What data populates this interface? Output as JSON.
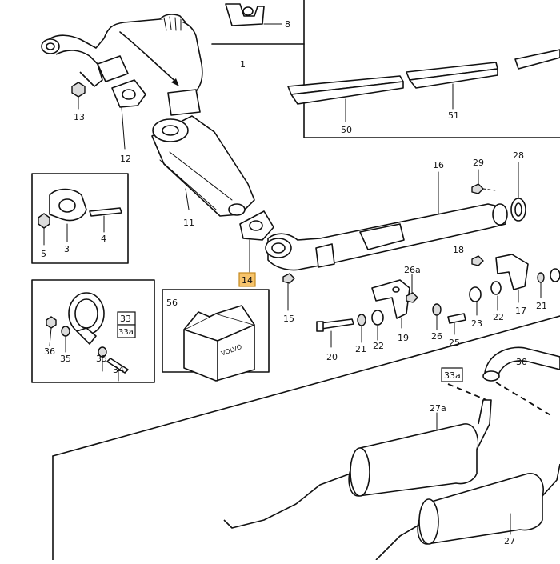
{
  "callouts": {
    "c1": "1",
    "c3": "3",
    "c4": "4",
    "c5": "5",
    "c8": "8",
    "c11": "11",
    "c12": "12",
    "c13": "13",
    "c14": "14",
    "c15": "15",
    "c16": "16",
    "c17": "17",
    "c18": "18",
    "c19": "19",
    "c20": "20",
    "c21a": "21",
    "c21b": "21",
    "c22a": "22",
    "c22b": "22",
    "c23": "23",
    "c25": "25",
    "c26": "26",
    "c26a": "26a",
    "c27": "27",
    "c27a": "27a",
    "c28": "28",
    "c29": "29",
    "c30": "30",
    "c33": "33",
    "c33a": "33a",
    "c33a_main": "33a",
    "c34": "34",
    "c35a": "35",
    "c35b": "35",
    "c36": "36",
    "c50": "50",
    "c51": "51",
    "c56": "56"
  },
  "box_text": {
    "brand": "VOLVO"
  },
  "highlight": {
    "part": "14",
    "color": "#f7c46c"
  }
}
